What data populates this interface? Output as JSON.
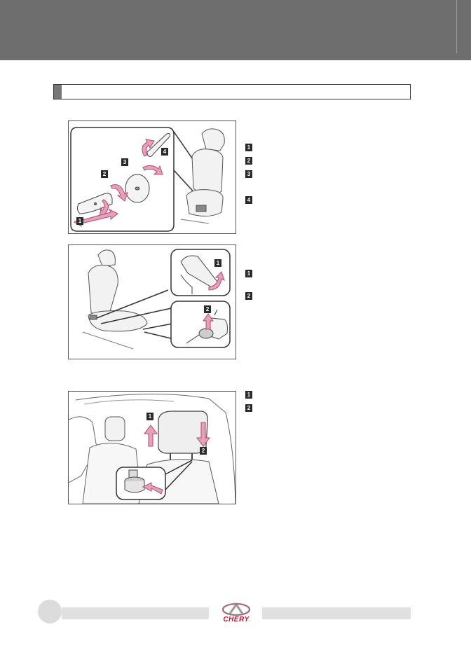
{
  "section": {
    "title": ""
  },
  "figure1": {
    "labels": [
      "1",
      "2",
      "3",
      "4"
    ]
  },
  "figure1_steps": [
    "1",
    "2",
    "3",
    "4"
  ],
  "figure2": {
    "labels": [
      "1",
      "2"
    ]
  },
  "figure2_steps": [
    "1",
    "2"
  ],
  "figure3": {
    "labels": [
      "1",
      "2"
    ]
  },
  "figure3_steps": [
    "1",
    "2"
  ],
  "footer": {
    "logo_text": "CHERY"
  },
  "colors": {
    "header": "#6e6e6e",
    "arrow": "#e8a0b8",
    "arrow_stroke": "#b04a78",
    "logo_red": "#c8102e"
  }
}
